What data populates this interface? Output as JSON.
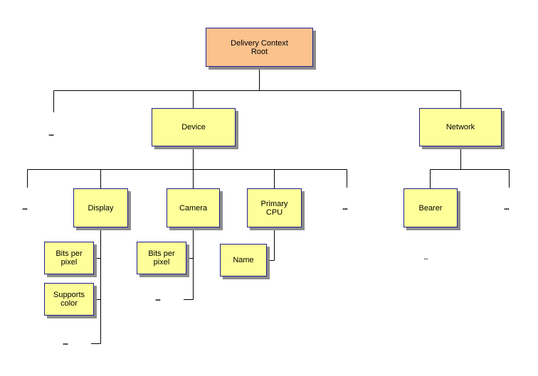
{
  "diagram": {
    "root": "Delivery Context\nRoot",
    "nodes": {
      "device": "Device",
      "network": "Network",
      "display": "Display",
      "camera": "Camera",
      "primary_cpu": "Primary\nCPU",
      "bearer": "Bearer",
      "display_bits_per_pixel": "Bits per\npixel",
      "display_supports_color": "Supports\ncolor",
      "camera_bits_per_pixel": "Bits per\npixel",
      "cpu_name": "Name"
    },
    "ellipsis": {
      "root_left": "...",
      "device_left": "...",
      "device_right": "...",
      "network_right": "...",
      "display_bottom": "...",
      "camera_bottom": "...",
      "bearer_below": "..."
    }
  }
}
